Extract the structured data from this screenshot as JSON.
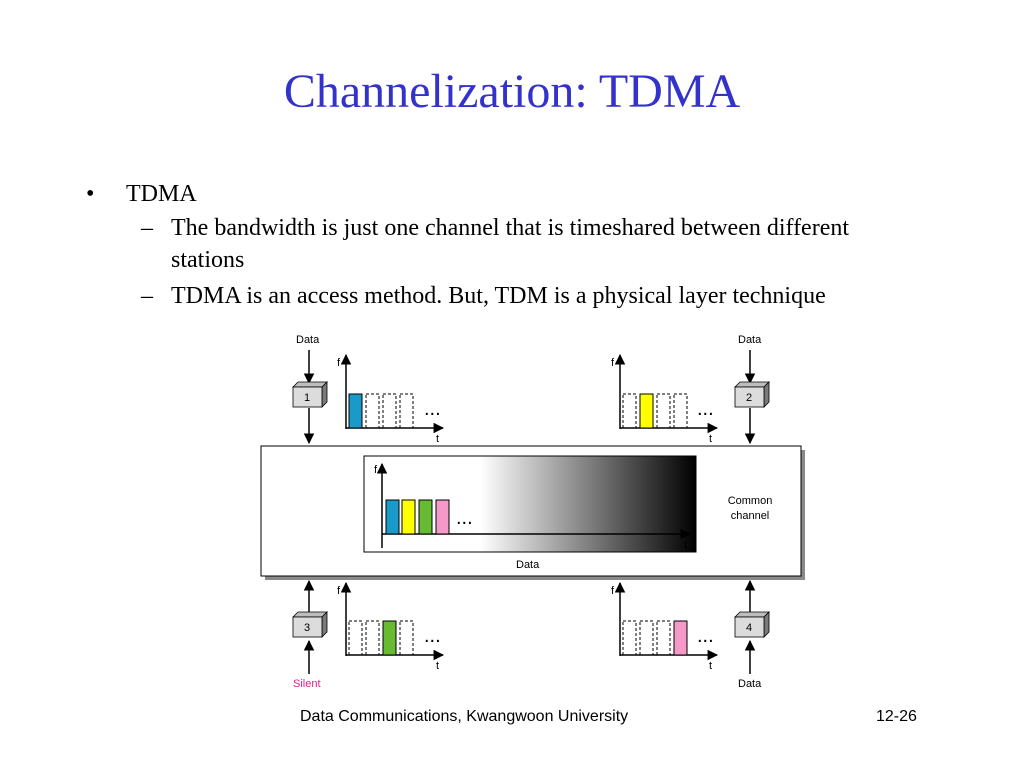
{
  "slide": {
    "title": "Channelization: TDMA",
    "bullets": [
      {
        "text": "TDMA",
        "sub": [
          "The bandwidth is just one channel that is timeshared between different stations",
          "TDMA is an access method. But, TDM is a physical layer technique"
        ]
      }
    ]
  },
  "diagram": {
    "common_channel_label": "Common channel",
    "channel_axis_label": "Data",
    "axis_f": "f",
    "axis_t": "t",
    "ellipsis": "...",
    "stations": [
      {
        "id": "1",
        "io_label": "Data",
        "slot_color": "#1a9ac8",
        "active_slot": 0
      },
      {
        "id": "2",
        "io_label": "Data",
        "slot_color": "#ffff00",
        "active_slot": 1
      },
      {
        "id": "3",
        "io_label": "Silent",
        "io_label_color": "#e0218a",
        "slot_color": "#66bb33",
        "active_slot": 2
      },
      {
        "id": "4",
        "io_label": "Data",
        "slot_color": "#f59ac8",
        "active_slot": 3
      }
    ],
    "channel_slot_colors": [
      "#1a9ac8",
      "#ffff00",
      "#66bb33",
      "#f59ac8"
    ]
  },
  "footer": {
    "left": "Data Communications, Kwangwoon University",
    "right": "12-26"
  }
}
